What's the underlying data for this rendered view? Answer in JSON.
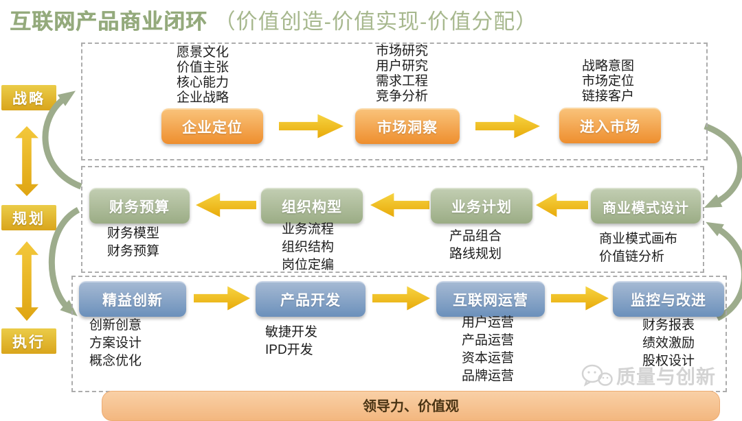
{
  "title": {
    "main": "互联网产品商业闭环",
    "subtitle": "（价值创造-价值实现-价值分配）"
  },
  "side_labels": [
    {
      "label": "战略"
    },
    {
      "label": "规划"
    },
    {
      "label": "执行"
    }
  ],
  "rows": [
    {
      "name": "战略",
      "flow_direction": "right",
      "steps": [
        {
          "box": "企业定位",
          "items": [
            "愿景文化",
            "价值主张",
            "核心能力",
            "企业战略"
          ]
        },
        {
          "box": "市场洞察",
          "items": [
            "市场研究",
            "用户研究",
            "需求工程",
            "竞争分析"
          ]
        },
        {
          "box": "进入市场",
          "items": [
            "战略意图",
            "市场定位",
            "链接客户"
          ]
        }
      ]
    },
    {
      "name": "规划",
      "flow_direction": "left",
      "steps": [
        {
          "box": "财务预算",
          "items": [
            "财务模型",
            "财务预算"
          ]
        },
        {
          "box": "组织构型",
          "items": [
            "业务流程",
            "组织结构",
            "岗位定编"
          ]
        },
        {
          "box": "业务计划",
          "items": [
            "产品组合",
            "路线规划"
          ]
        },
        {
          "box": "商业模式设计",
          "items": [
            "商业模式画布",
            "价值链分析"
          ]
        }
      ]
    },
    {
      "name": "执行",
      "flow_direction": "right",
      "steps": [
        {
          "box": "精益创新",
          "items": [
            "创新创意",
            "方案设计",
            "概念优化"
          ]
        },
        {
          "box": "产品开发",
          "items": [
            "敏捷开发",
            "IPD开发"
          ]
        },
        {
          "box": "互联网运营",
          "items": [
            "用户运营",
            "产品运营",
            "资本运营",
            "品牌运营"
          ]
        },
        {
          "box": "监控与改进",
          "items": [
            "财务报表",
            "绩效激励",
            "股权设计"
          ]
        }
      ]
    }
  ],
  "footer_bar": {
    "label": "领导力、价值观"
  },
  "watermark": {
    "label": "质量与创新",
    "icon": "wechat-icon"
  },
  "colors": {
    "title_green": "#9DB185",
    "strategy_box_orange": "#F0993C",
    "planning_box_green": "#A8B793",
    "execution_box_blue": "#7796BE",
    "arrow_gold": "#EFBC1C",
    "side_label_gold": "#E4BC2D",
    "loop_arrow_green": "#9DAC8C",
    "footer_bar_orange": "#F5BE8C",
    "list_text": "#1C1C1C"
  }
}
